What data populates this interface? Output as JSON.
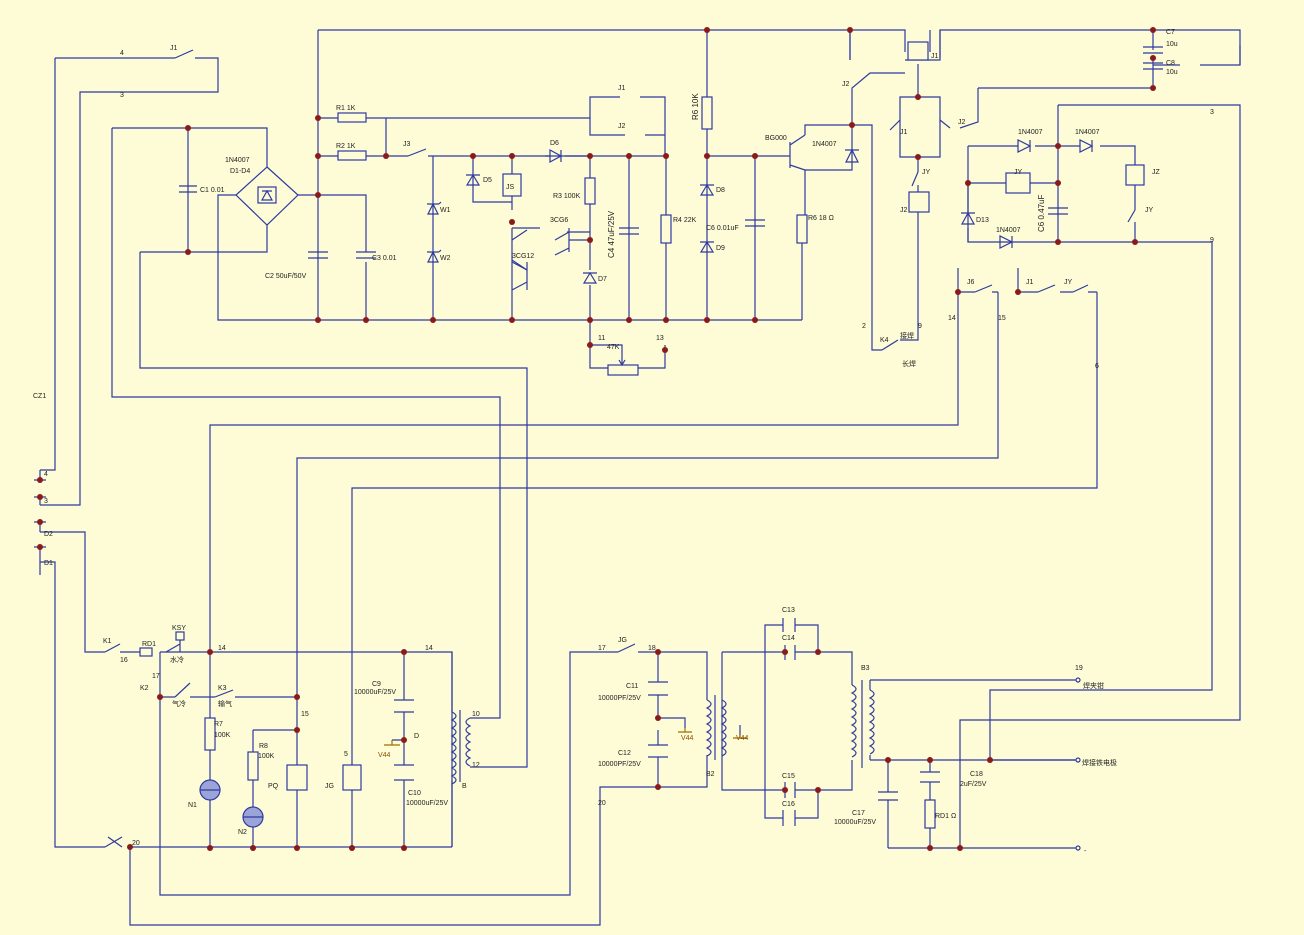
{
  "labels": {
    "t_J1_top": "J1",
    "t_4_top": "4",
    "t_3_top": "3",
    "t_CZ1": "CZ1",
    "t_4_left": "4",
    "t_3_left": "3",
    "t_D2": "D2",
    "t_D1": "D1",
    "t_1N4007_br": "1N4007",
    "t_D1D4": "D1-D4",
    "t_C1": "C1 0.01",
    "t_C2": "C2 50uF/50V",
    "t_C3": "C3 0.01",
    "t_R1": "R1  1K",
    "t_R2": "R2  1K",
    "t_J3": "J3",
    "t_W1": "W1",
    "t_W2": "W2",
    "t_D5": "D5",
    "t_JS": "JS",
    "t_D6": "D6",
    "t_R3": "R3 100K",
    "t_3CG6": "3CG6",
    "t_3CG12": "3CG12",
    "t_D7": "D7",
    "t_C4": "C4  47uF/25V",
    "t_R4": "R4 22K",
    "t_J1_mid": "J1",
    "t_J2_mid": "J2",
    "t_11": "11",
    "t_13": "13",
    "t_47K": "47K",
    "t_R6_10K": "R6  10K",
    "t_D8": "D8",
    "t_C6_001": "C6 0.01uF",
    "t_D9": "D9",
    "t_BG": "BG000",
    "t_1N4007_q": "1N4007",
    "t_R6_18": "R6  18 Ω",
    "t_J1_r": "J1",
    "t_J2_r1": "J2",
    "t_J1_r2": "J1",
    "t_J2_r2": "J2",
    "t_JY_r": "JY",
    "t_J2_r3": "J2",
    "t_2": "2",
    "t_K4": "K4",
    "t_jieshi": "接焊",
    "t_9": "9",
    "t_changhan": "长焊",
    "t_C7": "C7",
    "t_10u_1": "10u",
    "t_C8": "C8",
    "t_10u_2": "10u",
    "t_3_r": "3",
    "t_1N4007_a": "1N4007",
    "t_1N4007_b": "1N4007",
    "t_JY_mid": "JY",
    "t_C6_047": "C6 0.47uF",
    "t_JZ": "JZ",
    "t_JY_b": "JY",
    "t_D13": "D13",
    "t_1N4007_c": "1N4007",
    "t_9_r": "9",
    "t_J6": "J6",
    "t_J1_b": "J1",
    "t_JY_bb": "JY",
    "t_14": "14",
    "t_15": "15",
    "t_6": "6",
    "t_K1": "K1",
    "t_16": "16",
    "t_RD1": "RD1",
    "t_KSY": "KSY",
    "t_shuiya": "水冷",
    "t_14_b": "14",
    "t_14_c": "14",
    "t_K2": "K2",
    "t_17": "17",
    "t_qileng": "气冷",
    "t_K3": "K3",
    "t_shuqi": "输气",
    "t_R7": "R7",
    "t_100K_1": "100K",
    "t_R8": "R8",
    "t_100K_2": "100K",
    "t_15_b": "15",
    "t_N1": "N1",
    "t_N2": "N2",
    "t_PQ": "PQ",
    "t_5": "5",
    "t_JG": "JG",
    "t_C9": "C9",
    "t_C9v": "10000uF/25V",
    "t_D": "D",
    "t_V44_1": "V44",
    "t_C10": "C10",
    "t_C10v": "10000uF/25V",
    "t_10": "10",
    "t_12": "12",
    "t_B": "B",
    "t_20": "20",
    "t_20_b": "20",
    "t_17_b": "17",
    "t_JG_b": "JG",
    "t_18": "18",
    "t_C11": "C11",
    "t_C11v": "10000PF/25V",
    "t_V44_2": "V44",
    "t_C12": "C12",
    "t_C12v": "10000PF/25V",
    "t_B2": "B2",
    "t_V44_3": "V44",
    "t_C13": "C13",
    "t_C14": "C14",
    "t_C15": "C15",
    "t_C16": "C16",
    "t_B3": "B3",
    "t_19": "19",
    "t_hanba": "焊夹钳",
    "t_hanjian": "焊接铁电极",
    "t_minus": "-",
    "t_C17": "C17",
    "t_C17v": "10000uF/25V",
    "t_C18": "C18",
    "t_C18v": "2uF/25V",
    "t_RD1_b": "RD1 Ω"
  }
}
